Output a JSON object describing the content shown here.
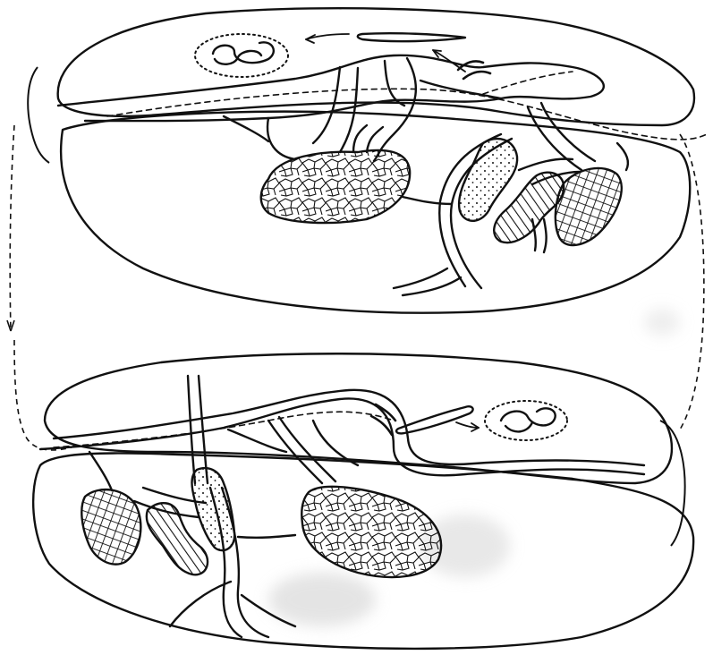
{
  "figure": {
    "labels": [],
    "colors": {
      "ink": "#111111",
      "paper": "#ffffff",
      "smudge": "#d9d9d9"
    },
    "panels": [
      {
        "id": "upper",
        "orientation": "normal"
      },
      {
        "id": "lower",
        "orientation": "mirrored"
      }
    ],
    "structures": {
      "large_organ": "cracked-texture-organ",
      "dotted_organ": "stippled-organ",
      "striped_organ": "hatched-organ",
      "crosshatch_organ": "crosshatched-organ",
      "worm_in_cyst": "coiled-worm-in-dotted-cyst",
      "free_larva": "elongated-larva"
    }
  }
}
